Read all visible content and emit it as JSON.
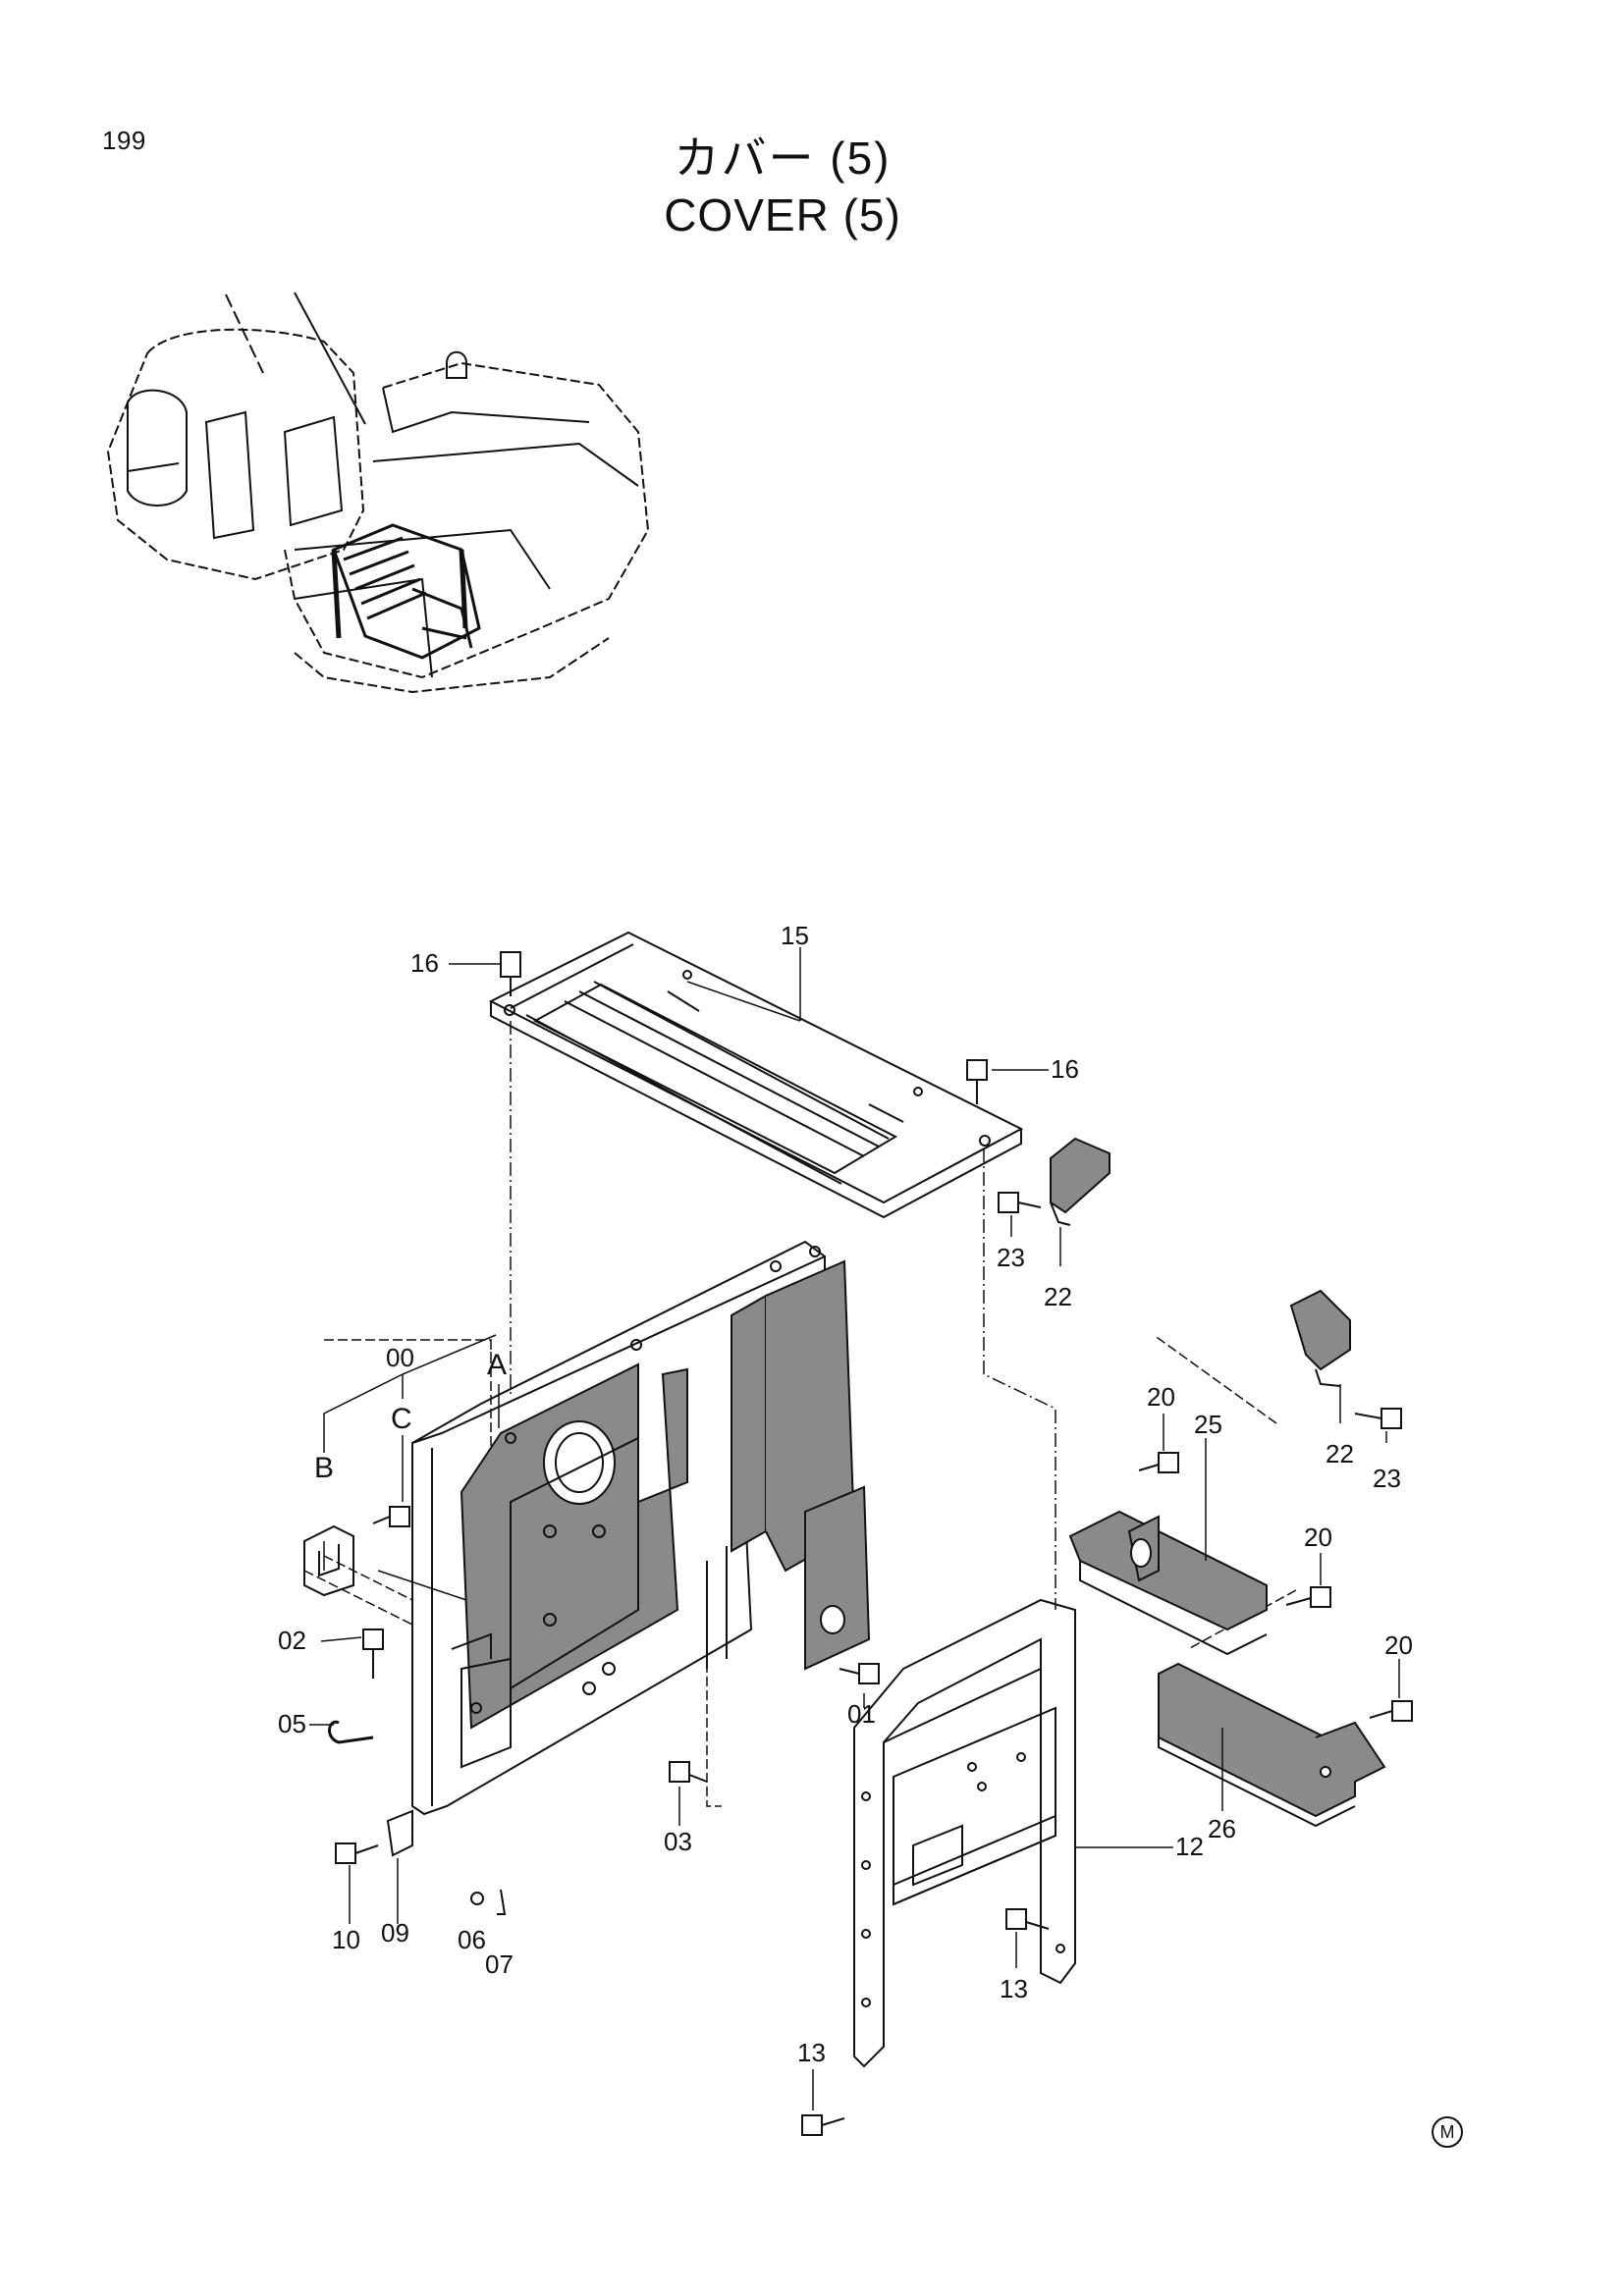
{
  "page": {
    "number": "199"
  },
  "title": {
    "jp": "カバー (5)",
    "en": "COVER (5)"
  },
  "callouts": {
    "c00": "00",
    "cA": "A",
    "cB": "B",
    "cC": "C",
    "c01": "01",
    "c02": "02",
    "c03": "03",
    "c05": "05",
    "c06": "06",
    "c07": "07",
    "c09": "09",
    "c10": "10",
    "c12": "12",
    "c13a": "13",
    "c13b": "13",
    "c15": "15",
    "c16a": "16",
    "c16b": "16",
    "c20a": "20",
    "c20b": "20",
    "c20c": "20",
    "c22a": "22",
    "c22b": "22",
    "c23a": "23",
    "c23b": "23",
    "c25": "25",
    "c26": "26"
  },
  "mark": "M",
  "icons": {
    "mark": "circled-m-icon"
  }
}
